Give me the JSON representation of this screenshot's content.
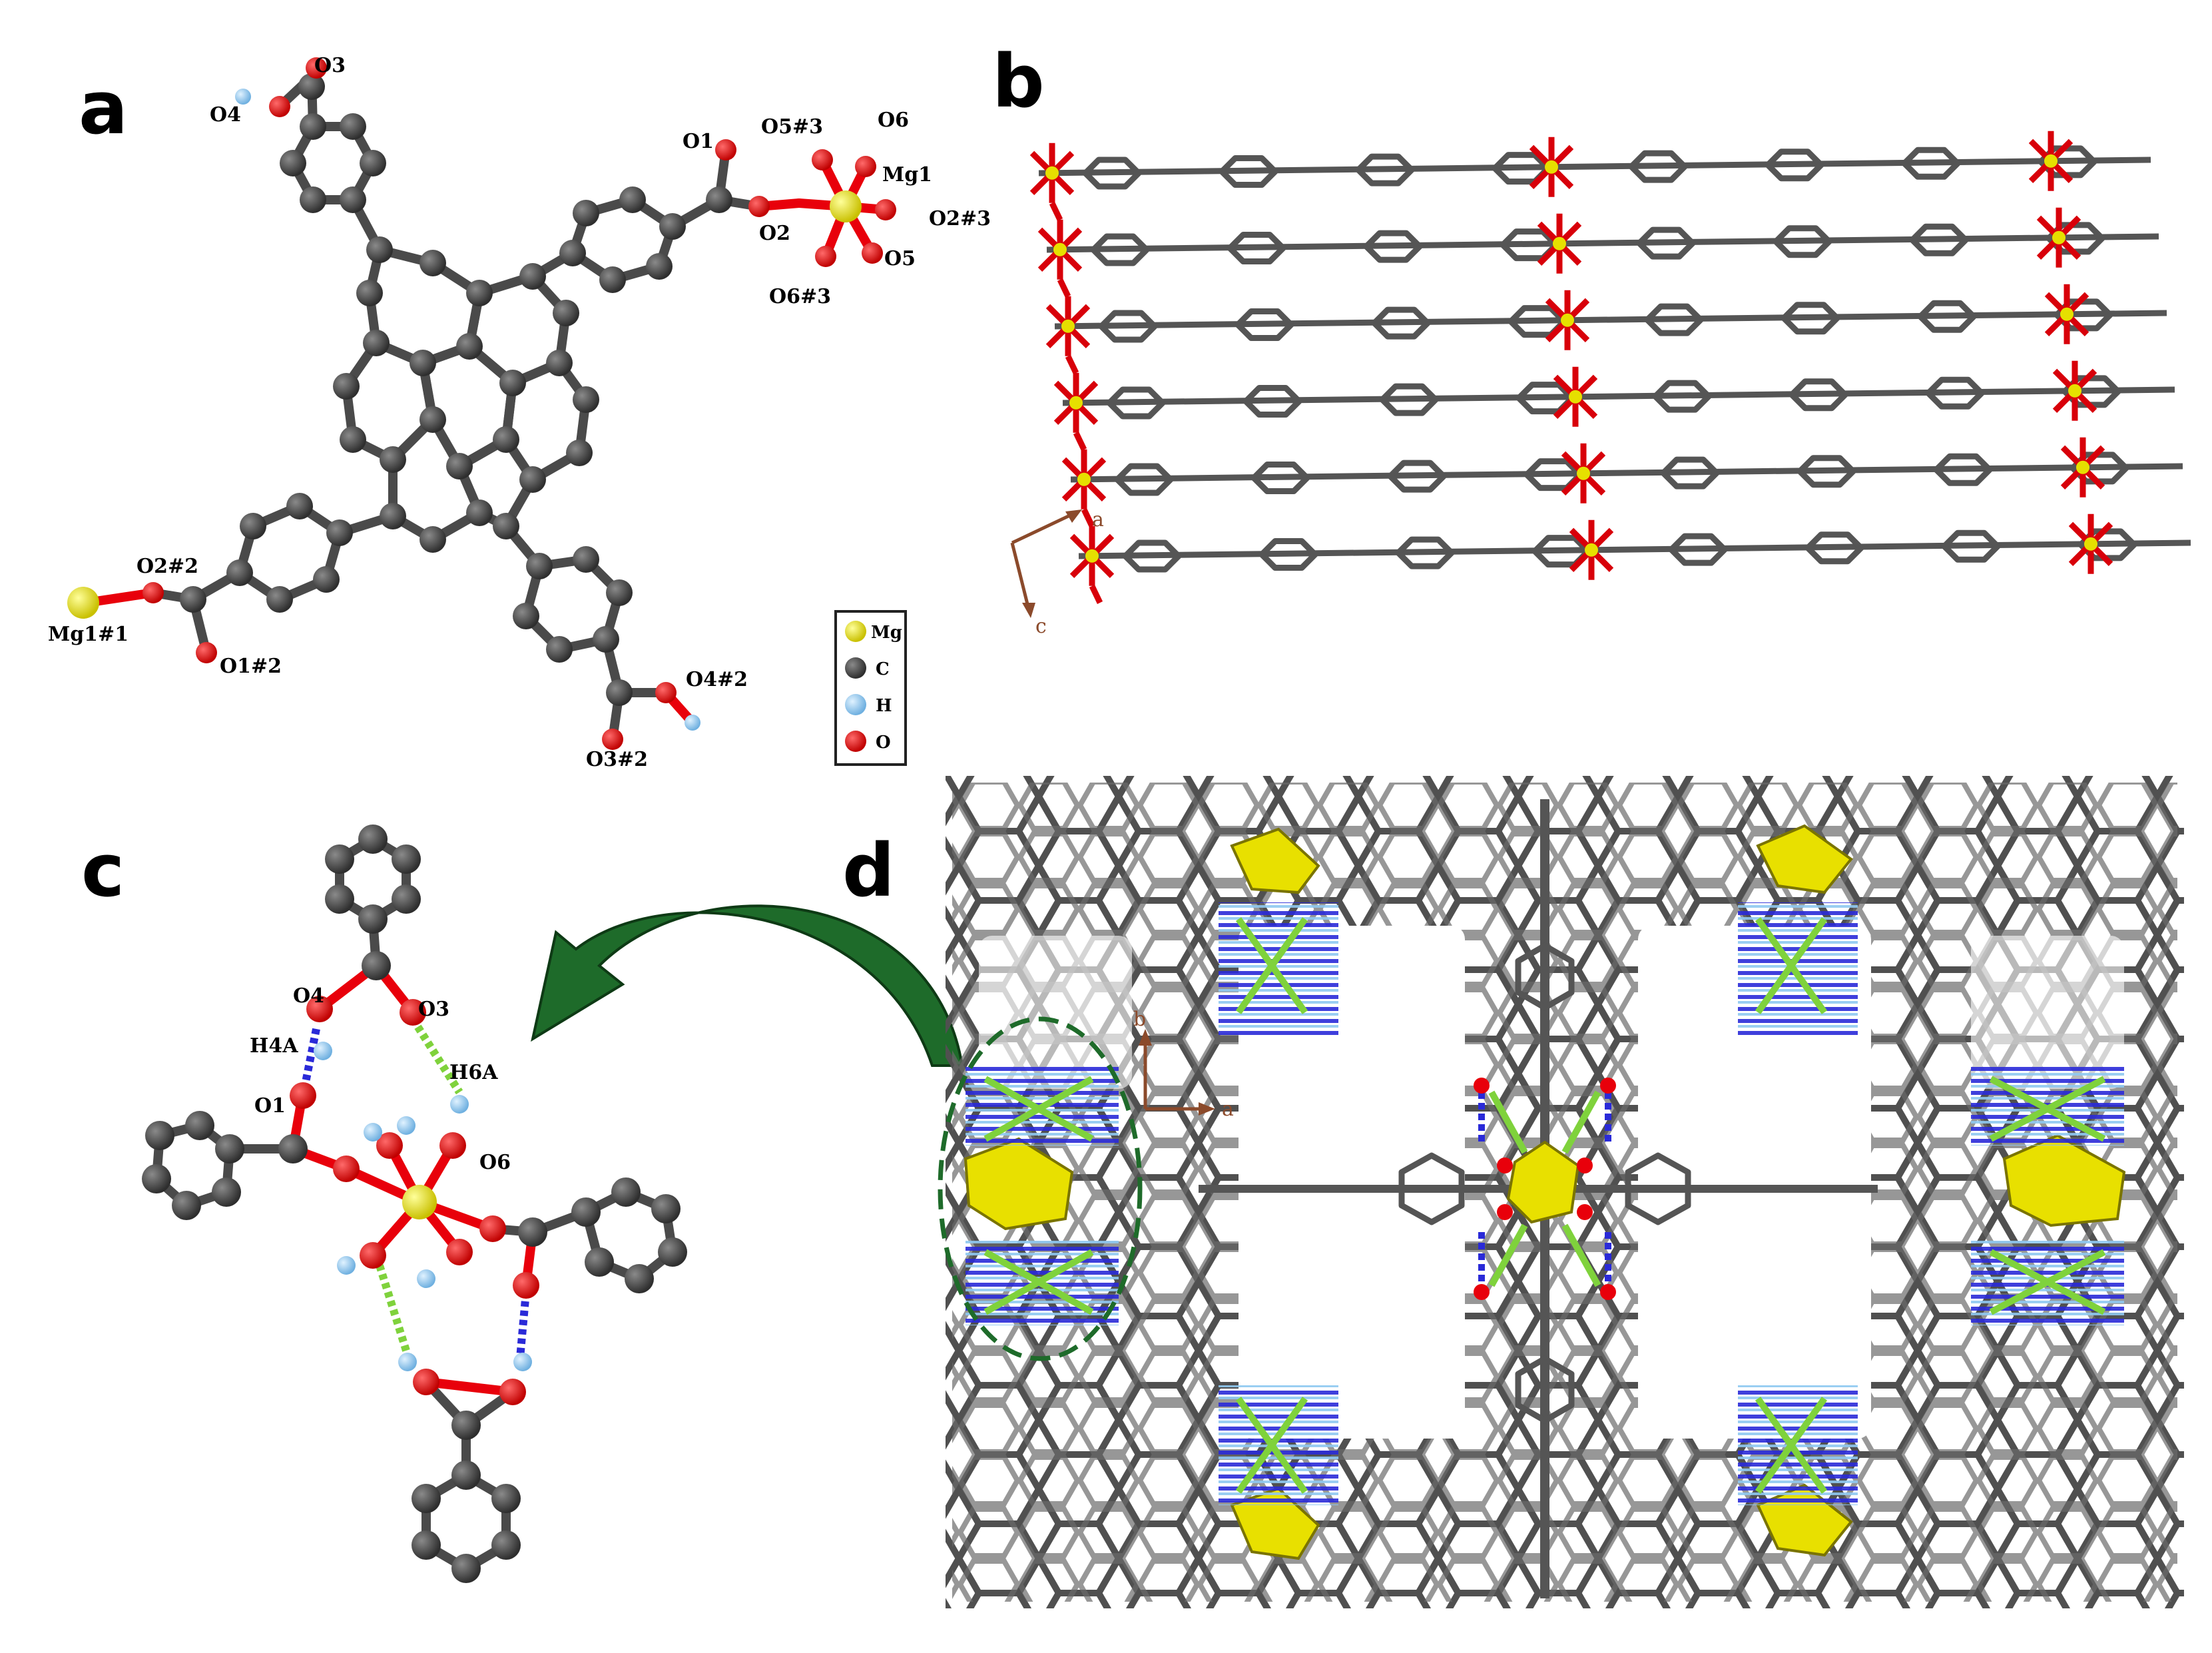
{
  "panels": {
    "a": {
      "letter": "a",
      "labels": {
        "O3": "O3",
        "O4": "O4",
        "O1": "O1",
        "O2": "O2",
        "O5_3": "O5#3",
        "O6": "O6",
        "Mg1": "Mg1",
        "O2_3": "O2#3",
        "O5": "O5",
        "O6_3": "O6#3",
        "O2_2": "O2#2",
        "Mg1_1": "Mg1#1",
        "O1_2": "O1#2",
        "O4_2": "O4#2",
        "O3_2": "O3#2"
      },
      "legend": {
        "Mg": "Mg",
        "C": "C",
        "H": "H",
        "O": "O"
      }
    },
    "b": {
      "letter": "b",
      "axes": {
        "a": "a",
        "c": "c"
      }
    },
    "c": {
      "letter": "c",
      "labels": {
        "O4": "O4",
        "O3": "O3",
        "H4A": "H4A",
        "H6A": "H6A",
        "O1": "O1",
        "O6": "O6"
      }
    },
    "d": {
      "letter": "d",
      "axes": {
        "b": "b",
        "a": "a"
      }
    }
  },
  "colors": {
    "carbon": "#4a4a4a",
    "oxygen": "#e8000b",
    "magnesium": "#f0e800",
    "hydrogen": "#8fc8f0",
    "hbond_green": "#7fd23c",
    "hbond_blue": "#2a2ad8",
    "arrow_green": "#1e6b2a",
    "axis_brown": "#8b4a2b"
  }
}
